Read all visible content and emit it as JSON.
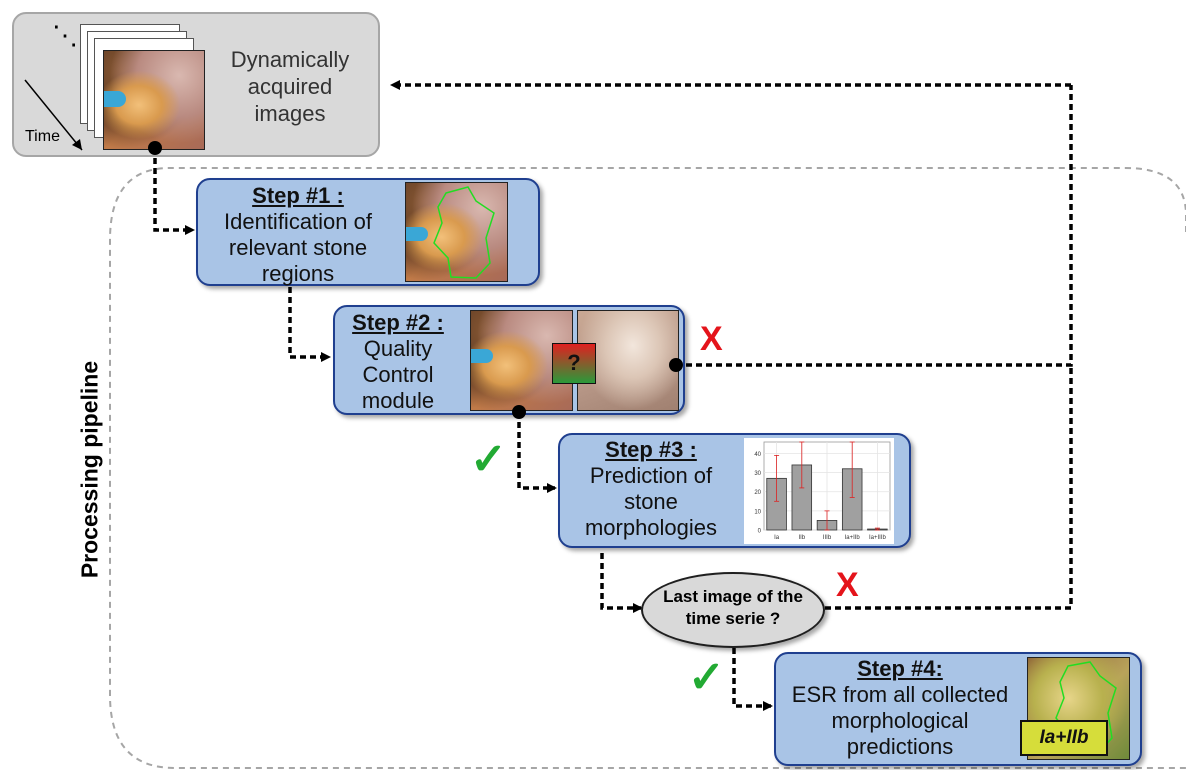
{
  "acquisition": {
    "label": "Dynamically acquired images",
    "time_label": "Time",
    "dots": "⋱"
  },
  "pipeline_label": "Processing pipeline",
  "steps": [
    {
      "title": "Step #1 :",
      "text": "Identification of relevant stone regions"
    },
    {
      "title": "Step #2 :",
      "text": "Quality Control module",
      "question": "?"
    },
    {
      "title": "Step #3 :",
      "text": "Prediction of stone morphologies"
    },
    {
      "title": "Step #4:",
      "text": "ESR from all collected morphological predictions",
      "badge": "Ia+IIb"
    }
  ],
  "decision": {
    "text": "Last image of the time serie ?"
  },
  "marks": {
    "check": "✓",
    "cross": "X"
  },
  "colors": {
    "step_fill": "#a9c4e6",
    "step_border": "#1f3f8f",
    "check": "#22aa33",
    "cross": "#e4141b"
  },
  "chart_data": {
    "type": "bar",
    "categories": [
      "Ia",
      "IIb",
      "IIIb",
      "Ia+IIb",
      "Ia+IIIb"
    ],
    "values": [
      27,
      34,
      5,
      32,
      0.5
    ],
    "errors": [
      12,
      12,
      5,
      15,
      0.5
    ],
    "yticks": [
      0,
      10,
      20,
      30,
      40
    ],
    "ylim": [
      0,
      46
    ],
    "grid": true
  }
}
